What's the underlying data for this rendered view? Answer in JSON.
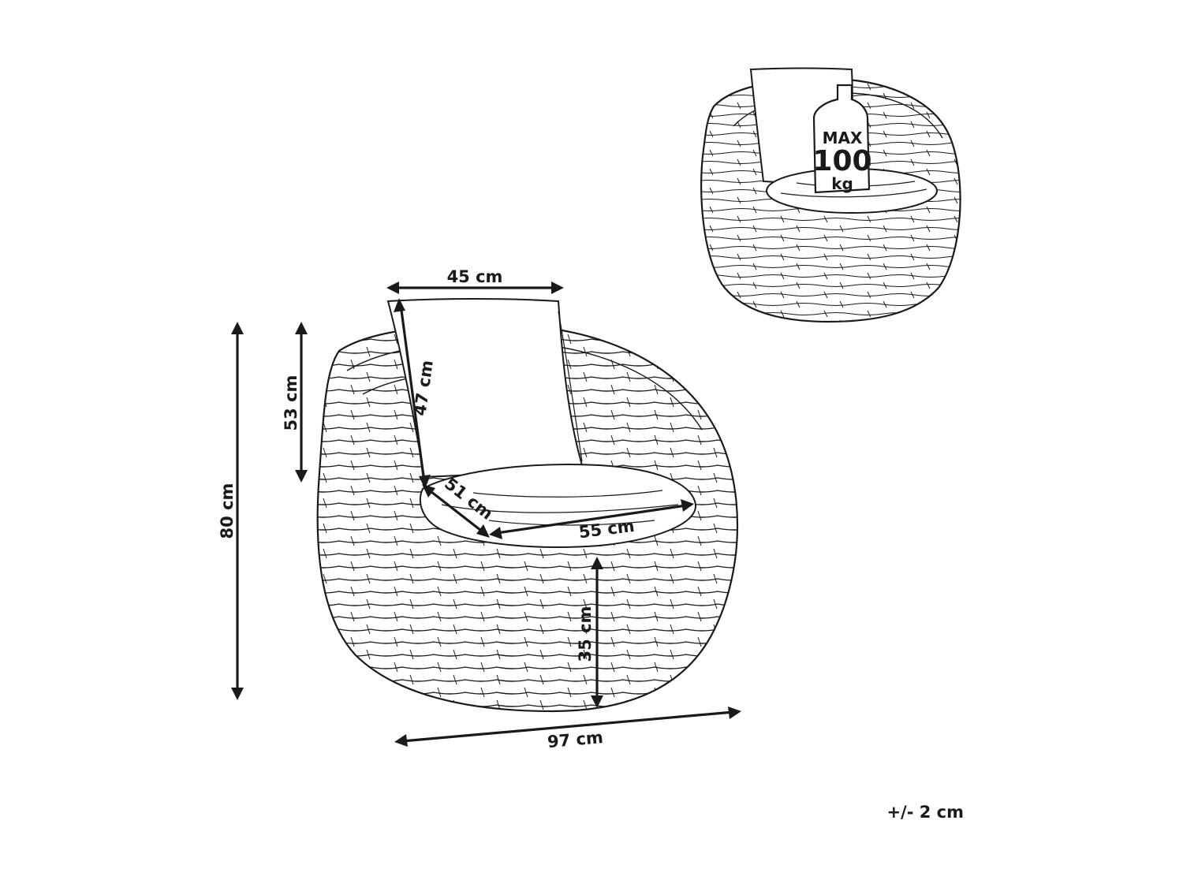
{
  "dimensions": {
    "backrest_width": "45 cm",
    "backrest_height": "47 cm",
    "back_height": "53 cm",
    "total_height": "80 cm",
    "seat_depth": "51 cm",
    "seat_width": "55 cm",
    "seat_height": "35 cm",
    "total_width": "97 cm"
  },
  "weight_limit": {
    "line1": "MAX",
    "line2": "100",
    "line3": "kg"
  },
  "tolerance": "+/- 2 cm",
  "colors": {
    "ink": "#1a1a1a",
    "paper": "#ffffff"
  }
}
